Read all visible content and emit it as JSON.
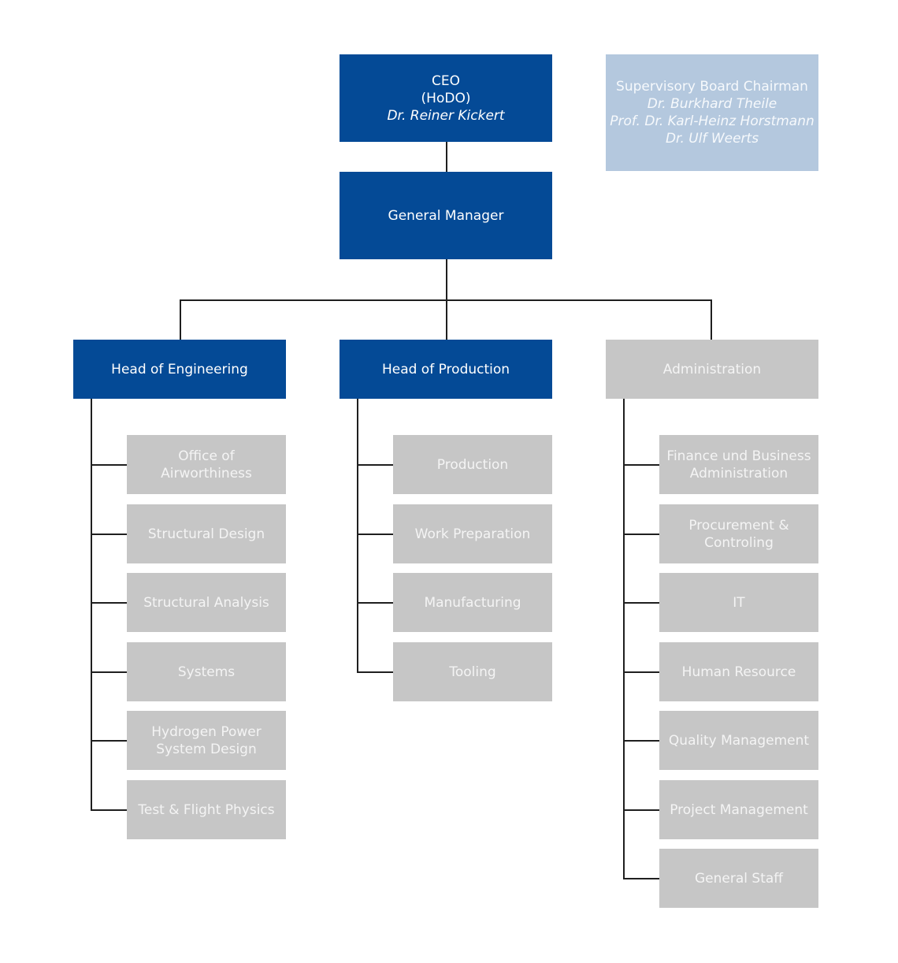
{
  "ceo": {
    "title": "CEO",
    "subtitle": "(HoDO)",
    "name": "Dr. Reiner Kickert"
  },
  "board": {
    "title": "Supervisory Board Chairman",
    "members": [
      "Dr. Burkhard Theile",
      "Prof. Dr. Karl-Heinz Horstmann",
      "Dr. Ulf Weerts"
    ]
  },
  "general_manager": {
    "label": "General Manager"
  },
  "engineering": {
    "head": "Head of Engineering",
    "units": [
      "Office of\nAirworthiness",
      "Structural Design",
      "Structural Analysis",
      "Systems",
      "Hydrogen Power\nSystem Design",
      "Test & Flight Physics"
    ]
  },
  "production": {
    "head": "Head of Production",
    "units": [
      "Production",
      "Work Preparation",
      "Manufacturing",
      "Tooling"
    ]
  },
  "administration": {
    "head": "Administration",
    "units": [
      "Finance und Business\nAdministration",
      "Procurement &\nControling",
      "IT",
      "Human Resource",
      "Quality Management",
      "Project Management",
      "General Staff"
    ]
  },
  "colors": {
    "leadership_blue": "#044a96",
    "department_gray": "#c6c6c6",
    "board_light_blue": "#b4c8de",
    "connector": "#1f1f1f"
  }
}
